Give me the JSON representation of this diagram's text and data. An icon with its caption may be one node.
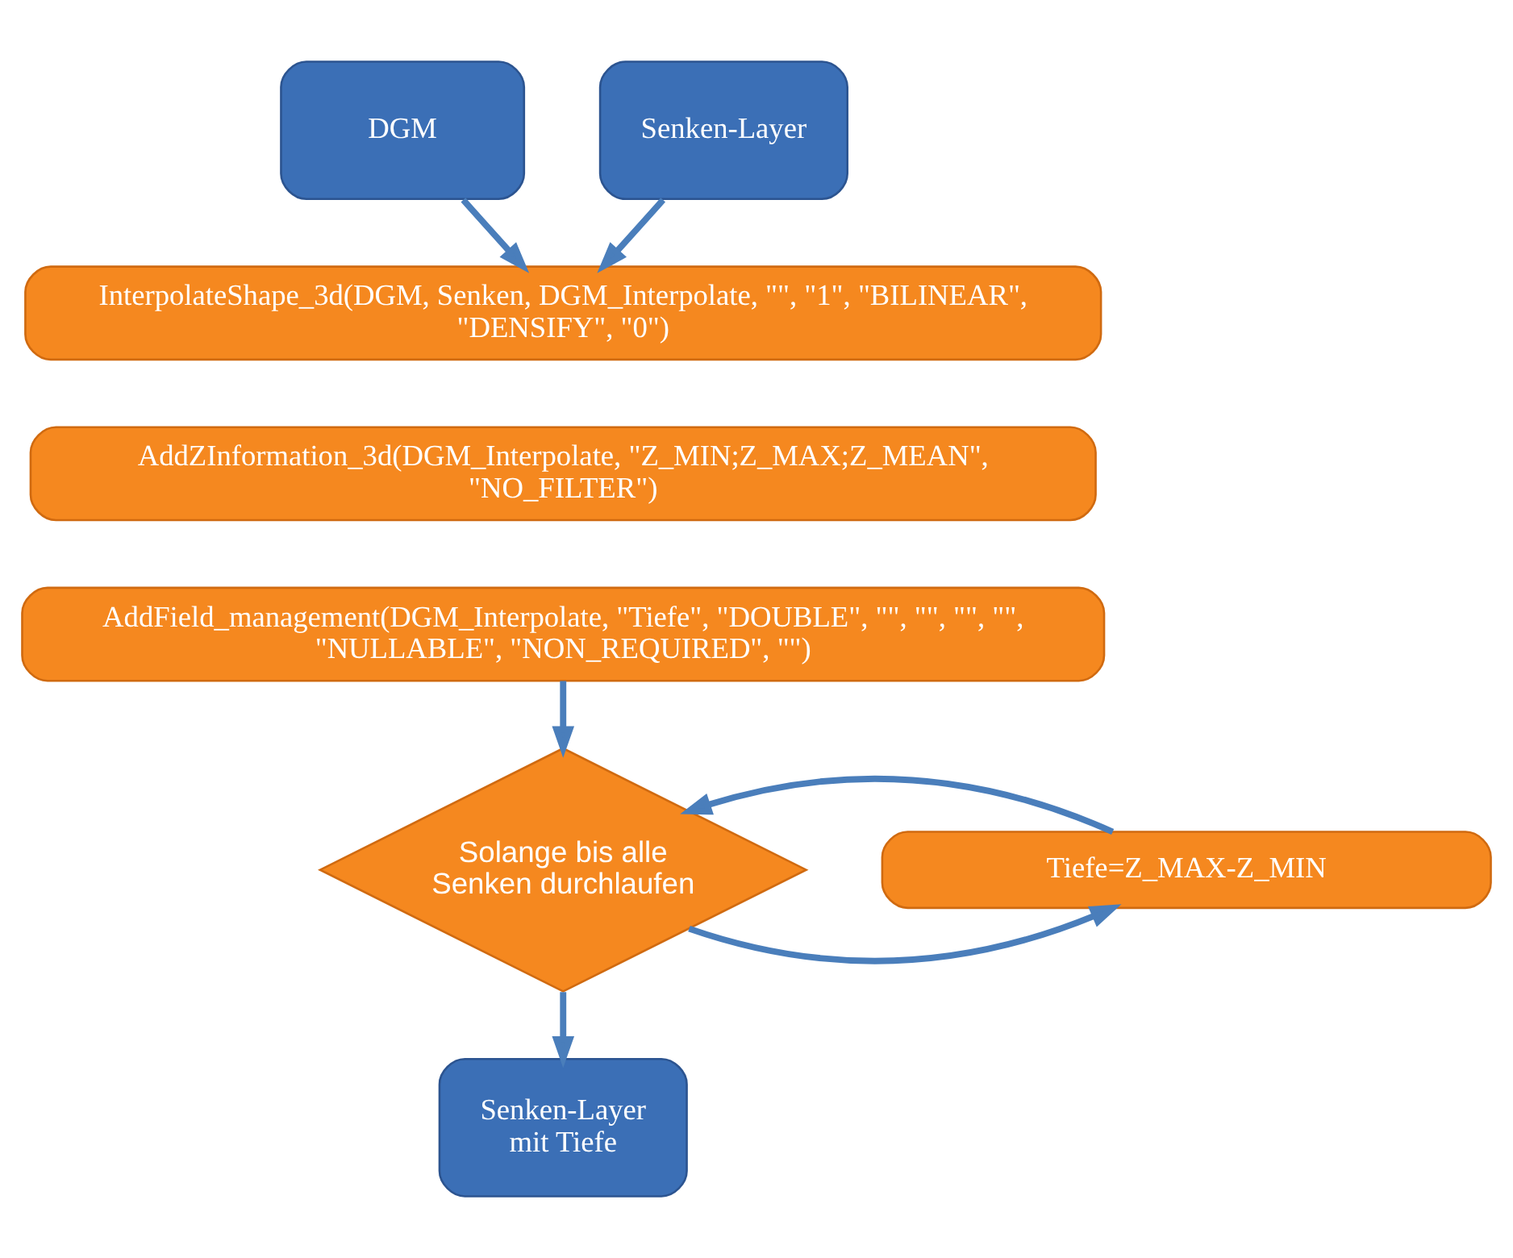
{
  "diagram": {
    "nodes": [
      {
        "text": [
          "DGM"
        ]
      },
      {
        "text": [
          "Senken-Layer"
        ]
      },
      {
        "text": [
          "InterpolateShape_3d(DGM, Senken, DGM_Interpolate, \"\", \"1\", \"BILINEAR\", \"DENSIFY\", \"0\")"
        ]
      },
      {
        "text": [
          "AddZInformation_3d(DGM_Interpolate, \"Z_MIN;Z_MAX;Z_MEAN\", \"NO_FILTER\")"
        ]
      },
      {
        "text": [
          "AddField_management(DGM_Interpolate, \"Tiefe\", \"DOUBLE\", \"\", \"\", \"\", \"\", \"NULLABLE\", \"NON_REQUIRED\", \"\")"
        ]
      },
      {
        "text": [
          "Solange bis alle Senken durchlaufen"
        ]
      },
      {
        "text": [
          "Tiefe=Z_MAX-Z_MIN"
        ]
      },
      {
        "text": [
          "Senken-Layer mit Tiefe"
        ]
      }
    ],
    "edges": [
      {
        "from": 0,
        "to": 2,
        "arrow": "to"
      },
      {
        "from": 1,
        "to": 2,
        "arrow": "to"
      },
      {
        "from": 4,
        "to": 5,
        "arrow": "to"
      },
      {
        "from": 5,
        "to": 6,
        "arrow": "to"
      },
      {
        "from": 6,
        "to": 5,
        "arrow": "to"
      },
      {
        "from": 5,
        "to": 7,
        "arrow": "to"
      }
    ]
  }
}
